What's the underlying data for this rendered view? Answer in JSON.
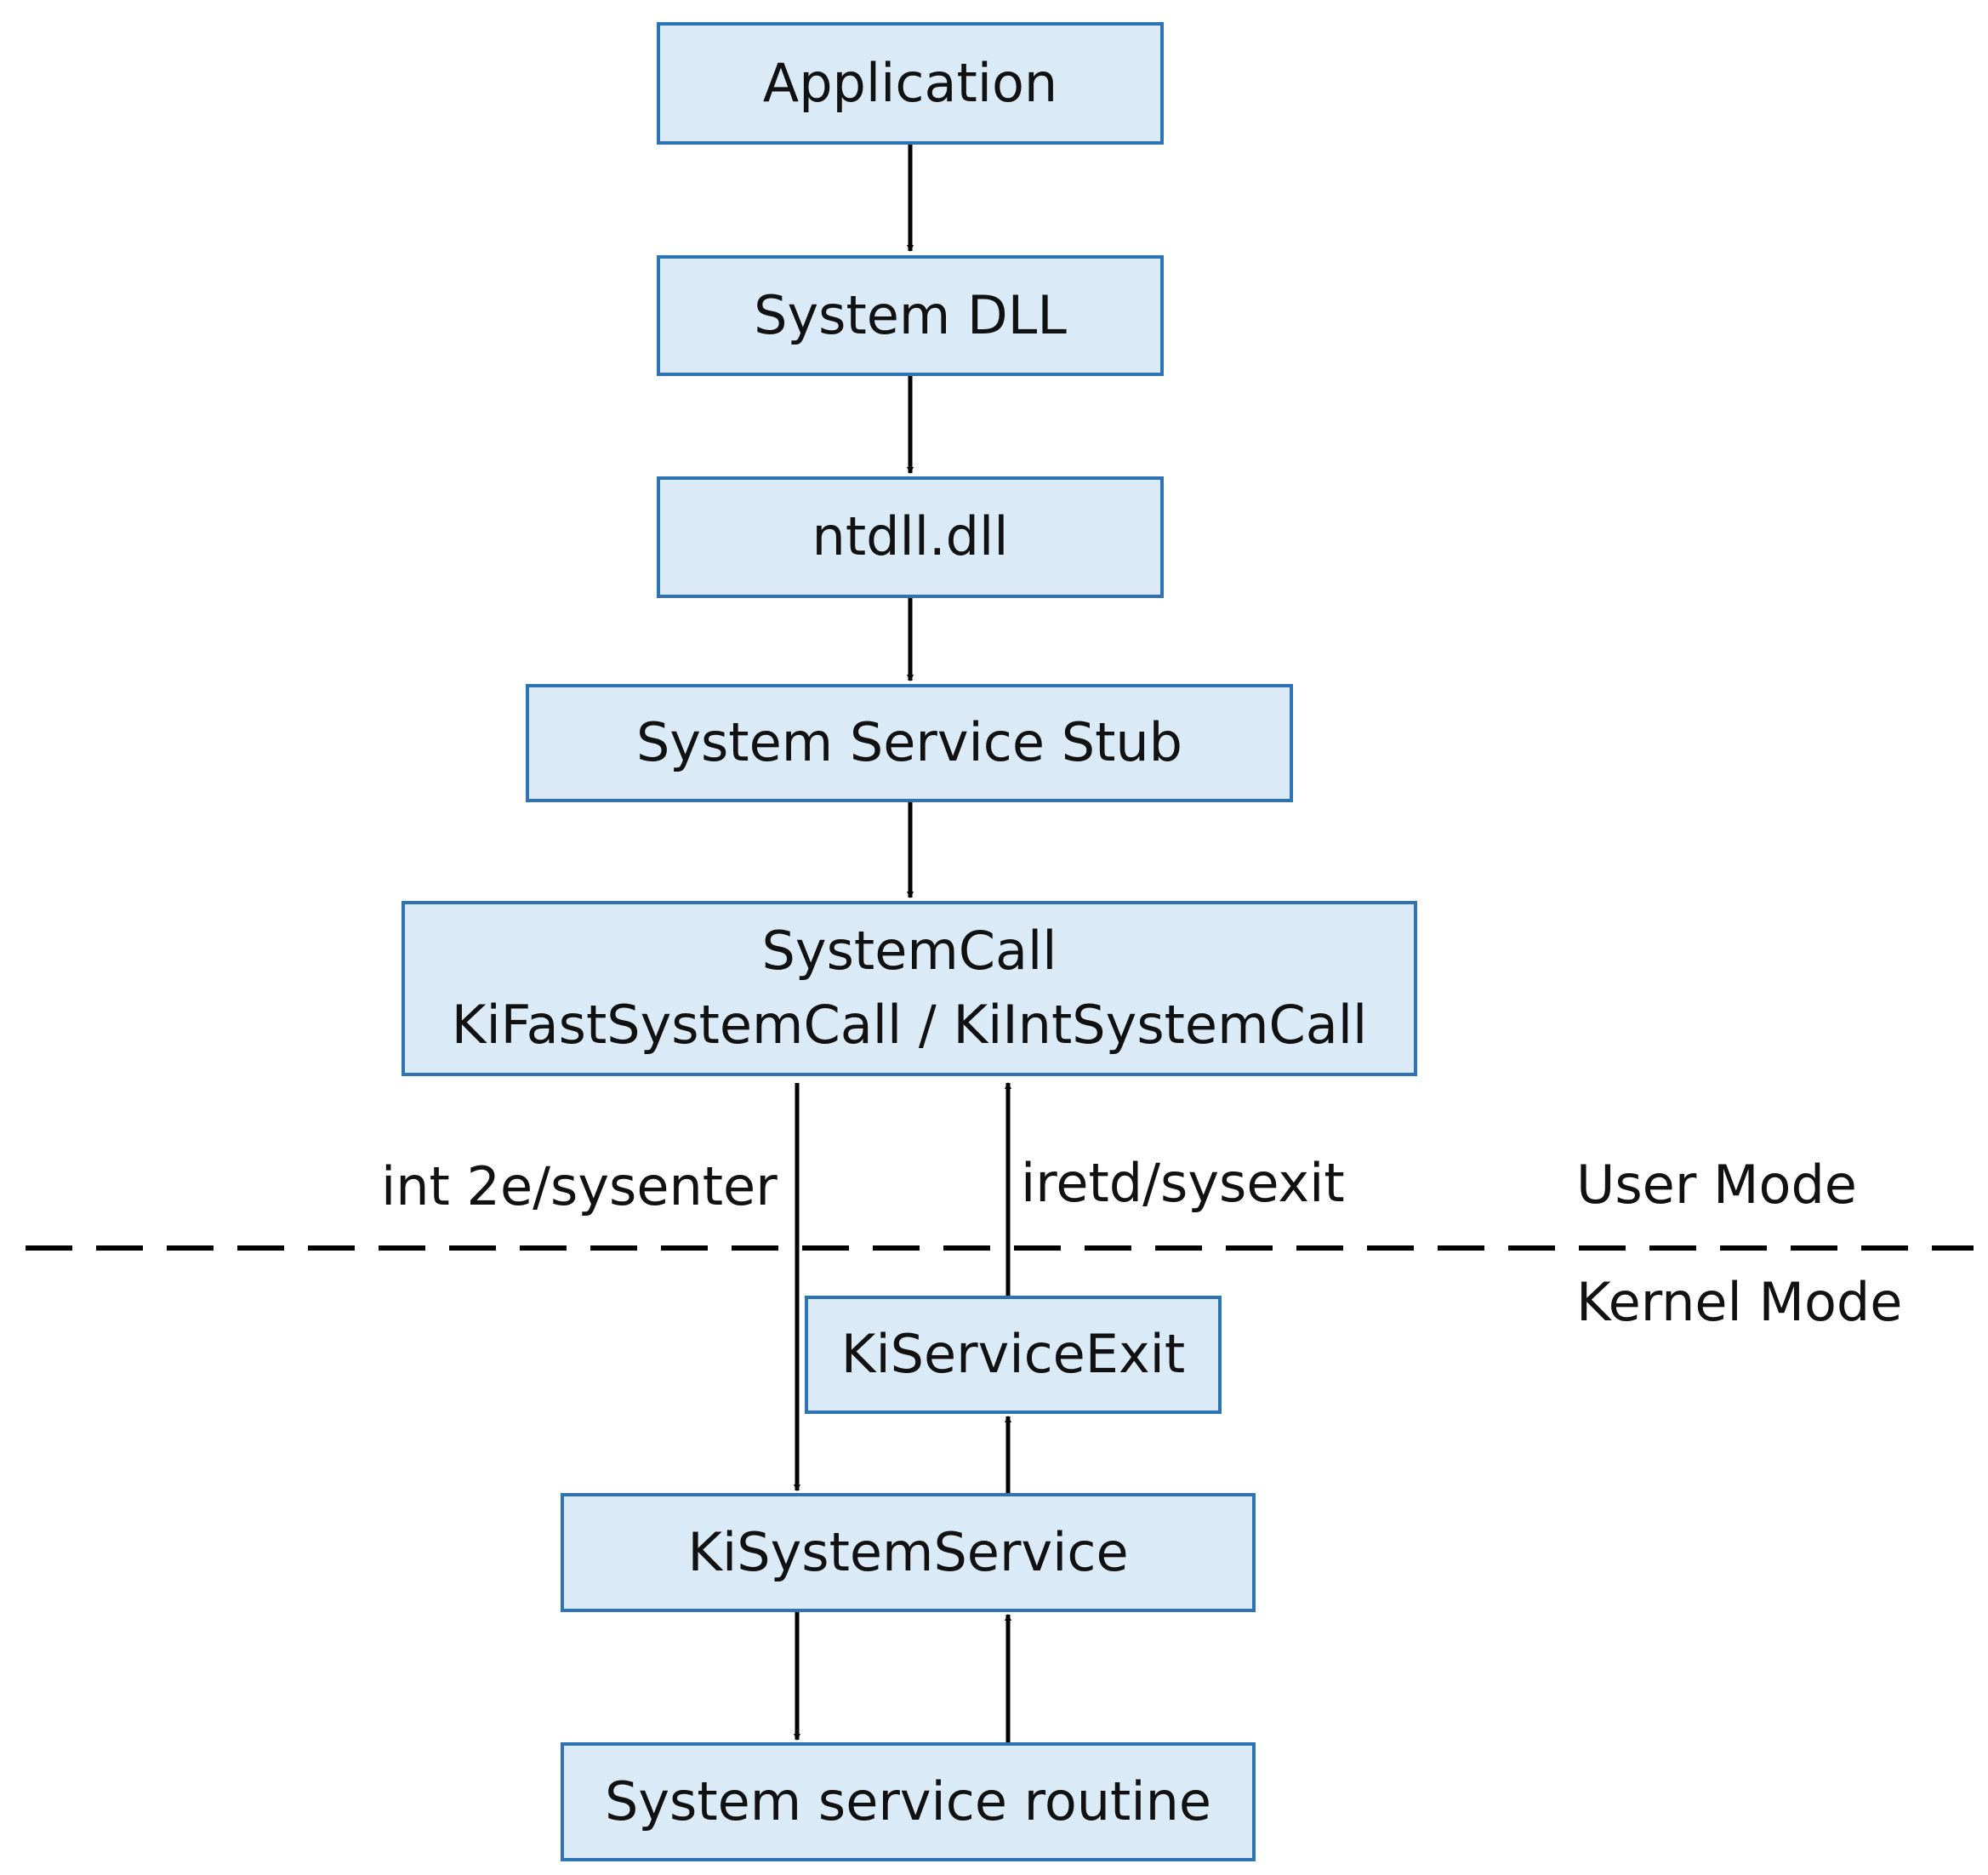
{
  "nodes": {
    "application": "Application",
    "system_dll": "System DLL",
    "ntdll": "ntdll.dll",
    "service_stub": "System Service Stub",
    "systemcall": {
      "line1": "SystemCall",
      "line2": "KiFastSystemCall / KiIntSystemCall"
    },
    "kiserviceexit": "KiServiceExit",
    "kisystemservice": "KiSystemService",
    "service_routine": "System service routine"
  },
  "edge_labels": {
    "enter": "int 2e/sysenter",
    "exit": "iretd/sysexit"
  },
  "mode_labels": {
    "user": "User Mode",
    "kernel": "Kernel Mode"
  },
  "colors": {
    "box_fill": "#dbeaf7",
    "box_border": "#2e74b5",
    "arrow": "#000000"
  }
}
